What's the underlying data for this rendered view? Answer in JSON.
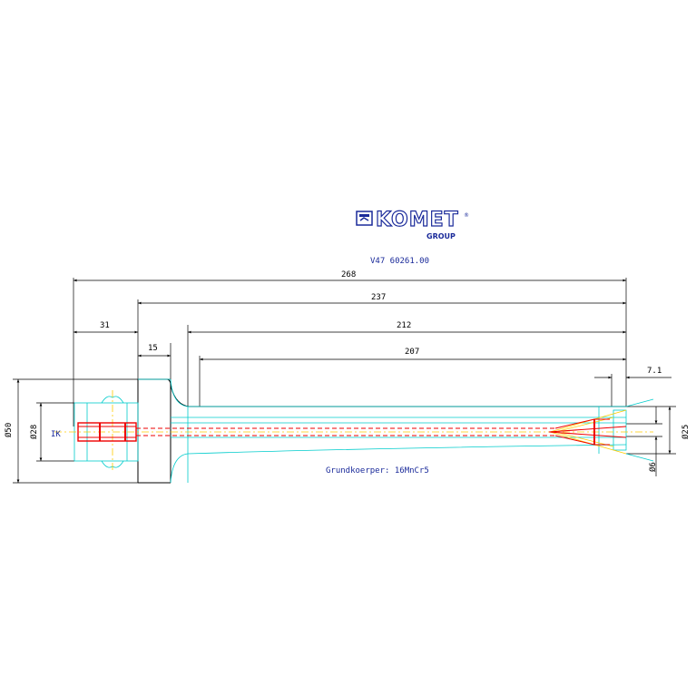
{
  "logo": {
    "brand": "KOMET",
    "group": "GROUP",
    "registered": "®"
  },
  "part_number": "V47 60261.00",
  "dimensions": {
    "d268": "268",
    "d237": "237",
    "d31": "31",
    "d212": "212",
    "d15": "15",
    "d207": "207",
    "d7_1": "7.1",
    "dia50": "Ø50",
    "dia28": "Ø28",
    "dia25": "Ø25",
    "dia6": "Ø6"
  },
  "ik_label": "IK",
  "material": "Grundkoerper: 16MnCr5",
  "colors": {
    "outline": "#000000",
    "cyan": "#00cccc",
    "red": "#ee0000",
    "yellow": "#ffcc00",
    "blue": "#1a2a9a"
  }
}
